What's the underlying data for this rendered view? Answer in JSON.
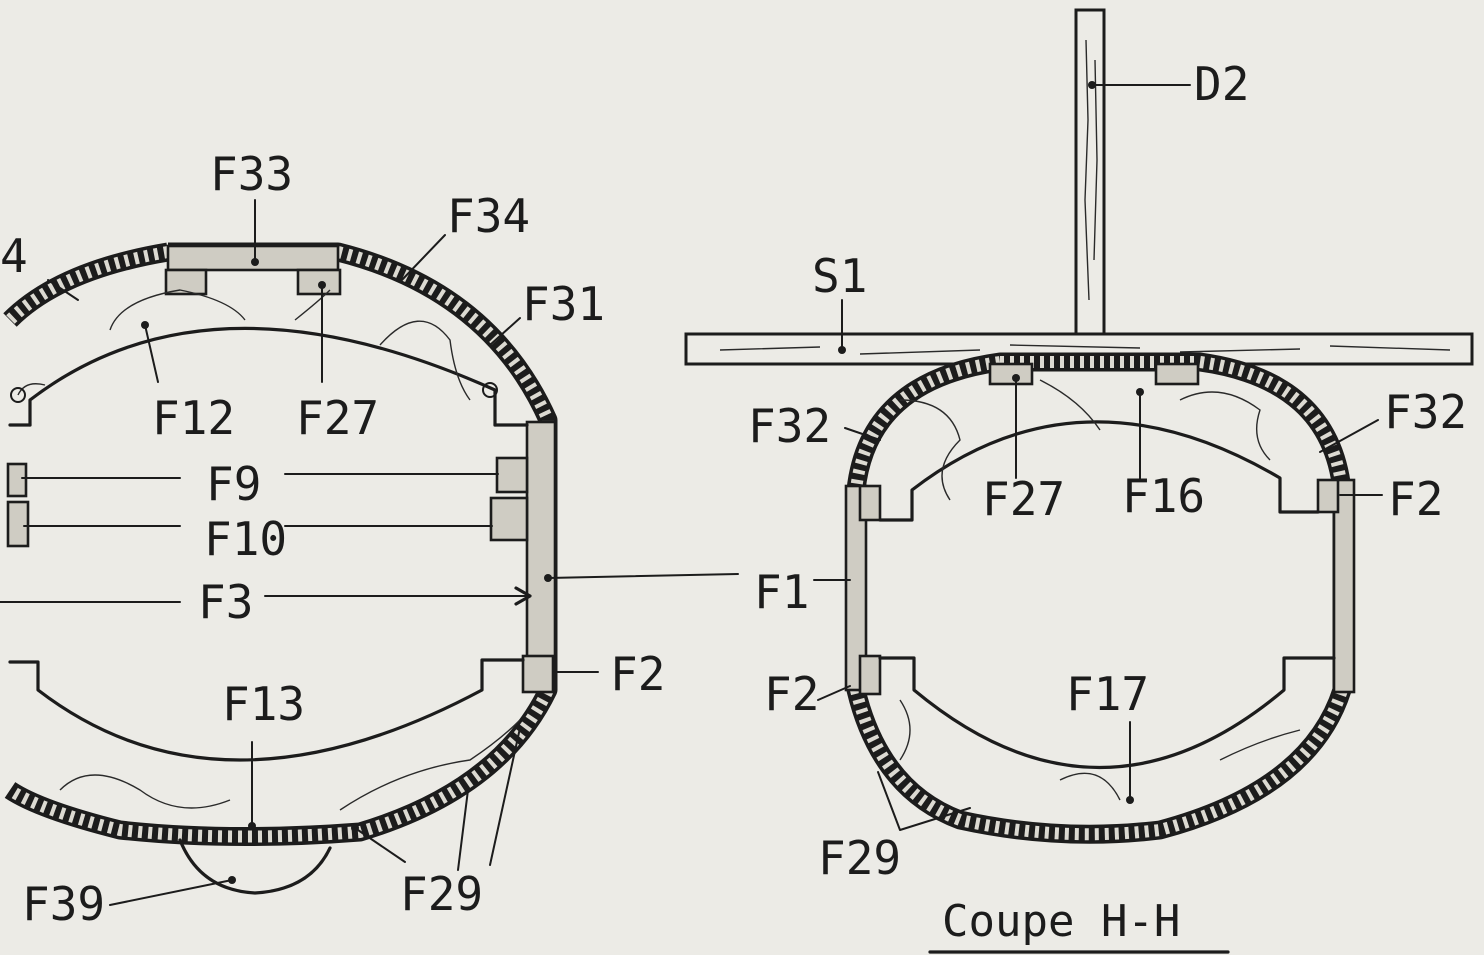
{
  "labels": {
    "f33": "F33",
    "f34": "F34",
    "f31": "F31",
    "f12": "F12",
    "f27_left": "F27",
    "f9": "F9",
    "f10": "F10",
    "f3": "F3",
    "f1": "F1",
    "f2_left": "F2",
    "f13": "F13",
    "f39": "F39",
    "f29_left": "F29",
    "partial_left": "4",
    "d2": "D2",
    "s1": "S1",
    "f32_left": "F32",
    "f32_right": "F32",
    "f27_right": "F27",
    "f16": "F16",
    "f2_right_top": "F2",
    "f2_right_bottom": "F2",
    "f17": "F17",
    "f29_right": "F29"
  },
  "caption": "Coupe H-H",
  "colors": {
    "ink": "#1c1c1c",
    "paper": "#ecebe6"
  }
}
